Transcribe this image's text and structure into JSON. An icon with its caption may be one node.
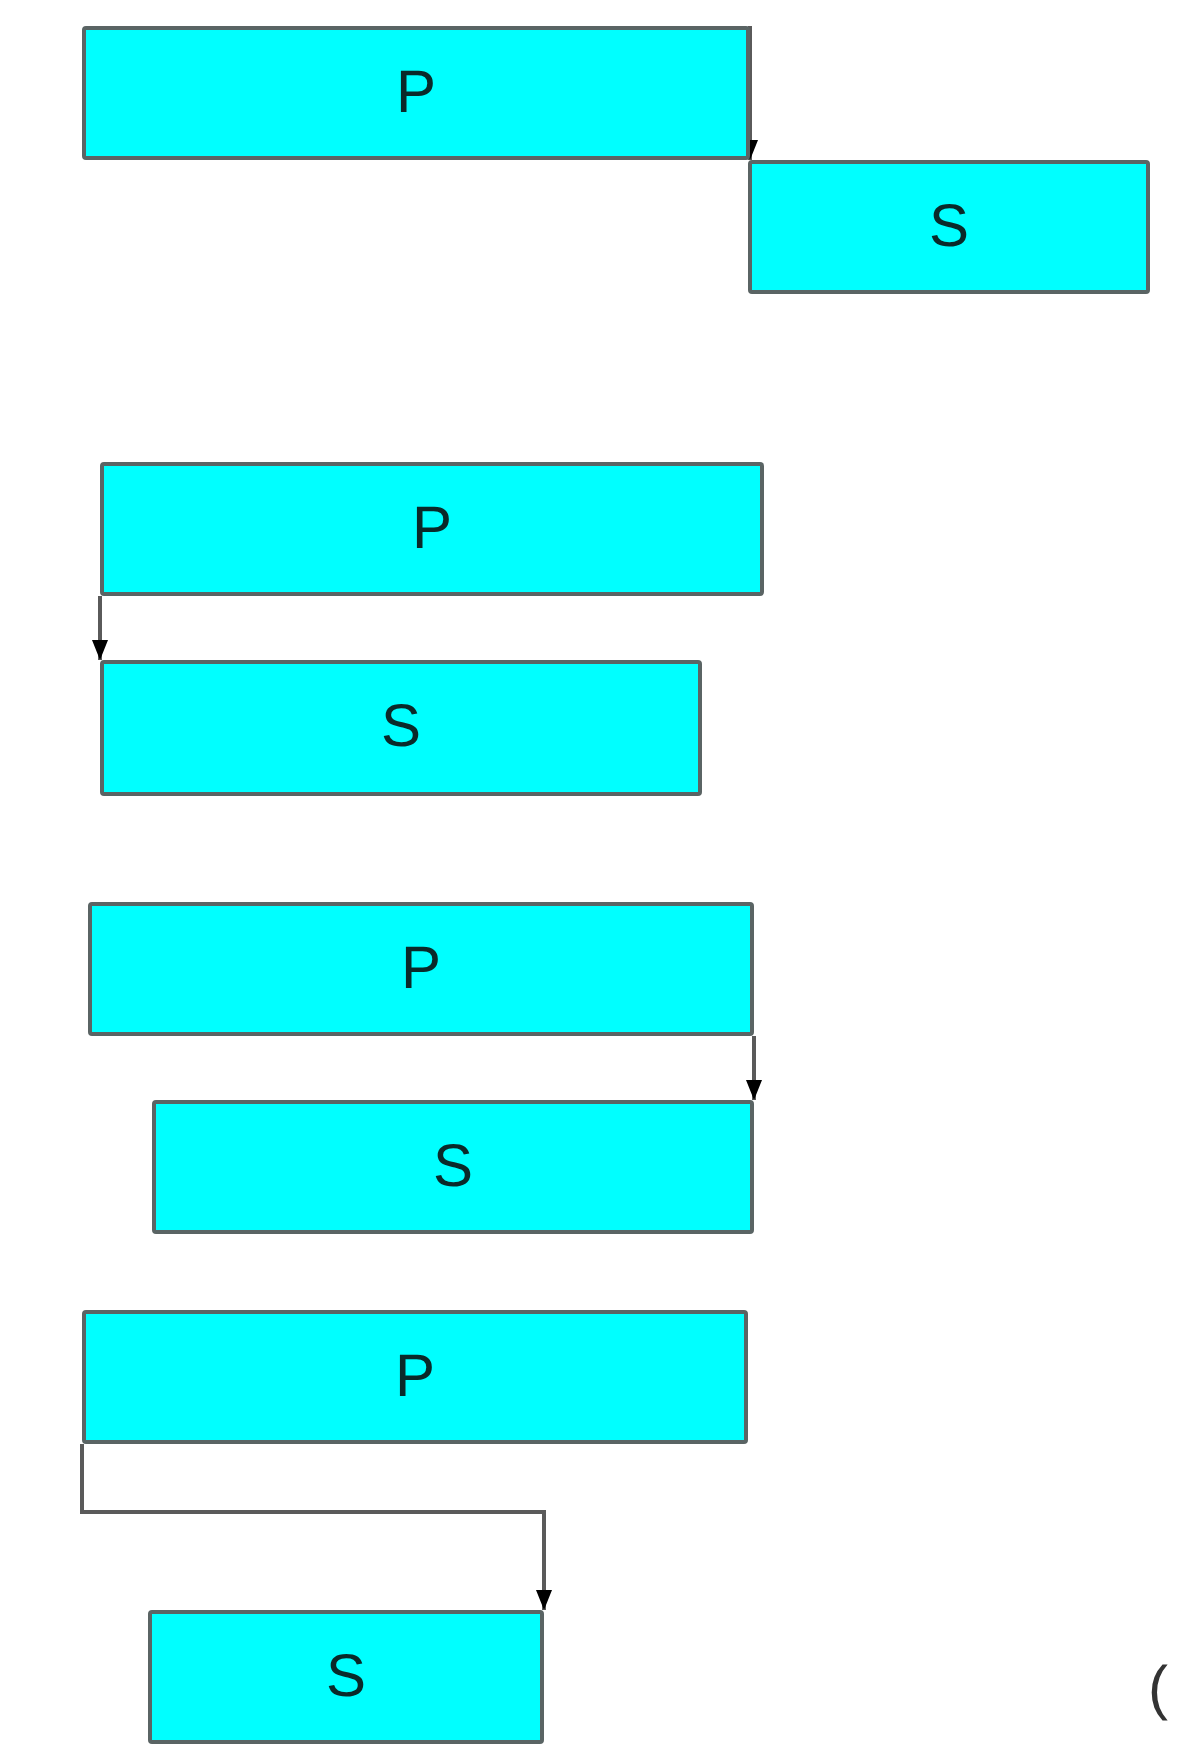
{
  "diagram": {
    "nodes": [
      {
        "text": [
          "P"
        ]
      },
      {
        "text": [
          "S"
        ]
      },
      {
        "text": [
          "P"
        ]
      },
      {
        "text": [
          "S"
        ]
      },
      {
        "text": [
          "P"
        ]
      },
      {
        "text": [
          "S"
        ]
      },
      {
        "text": [
          "P"
        ]
      },
      {
        "text": [
          "S"
        ]
      }
    ],
    "edges": [
      {
        "from": 0,
        "to": 1,
        "arrow": "to"
      },
      {
        "from": 2,
        "to": 3,
        "arrow": "to"
      },
      {
        "from": 4,
        "to": 5,
        "arrow": "to"
      },
      {
        "from": 6,
        "to": 7,
        "arrow": "to"
      }
    ],
    "labels": [
      "("
    ]
  }
}
